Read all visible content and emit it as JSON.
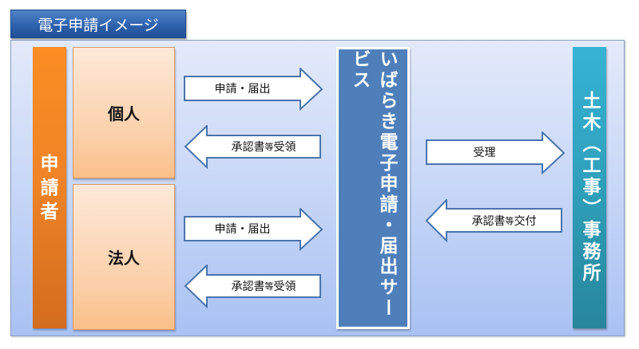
{
  "title": "電子申請イメージ",
  "applicant": {
    "label": "申請者",
    "chars": [
      "申",
      "請",
      "者"
    ],
    "color": "#f08426"
  },
  "parties": [
    {
      "label": "個人"
    },
    {
      "label": "法人"
    }
  ],
  "left_arrows": [
    {
      "direction": "right",
      "label_main": "申請・届出",
      "label_small": ""
    },
    {
      "direction": "left",
      "label_pre": "承認書",
      "label_small": "等",
      "label_post": "受領"
    },
    {
      "direction": "right",
      "label_main": "申請・届出",
      "label_small": ""
    },
    {
      "direction": "left",
      "label_pre": "承認書",
      "label_small": "等",
      "label_post": "受領"
    }
  ],
  "service": {
    "label": "いばらき電子申請・届出サービス",
    "color": "#4f7fbb"
  },
  "right_arrows": [
    {
      "direction": "right",
      "label_main": "受理"
    },
    {
      "direction": "left",
      "label_pre": "承認書",
      "label_small": "等",
      "label_post": "交付"
    }
  ],
  "office": {
    "label": "土木（工事）事務所",
    "color": "#2f9fba"
  },
  "colors": {
    "arrow_fill": "#ffffff",
    "arrow_stroke": "#4a74ac",
    "title_bg": "#2f63ae",
    "panel_bg": "#c7d7f7"
  }
}
